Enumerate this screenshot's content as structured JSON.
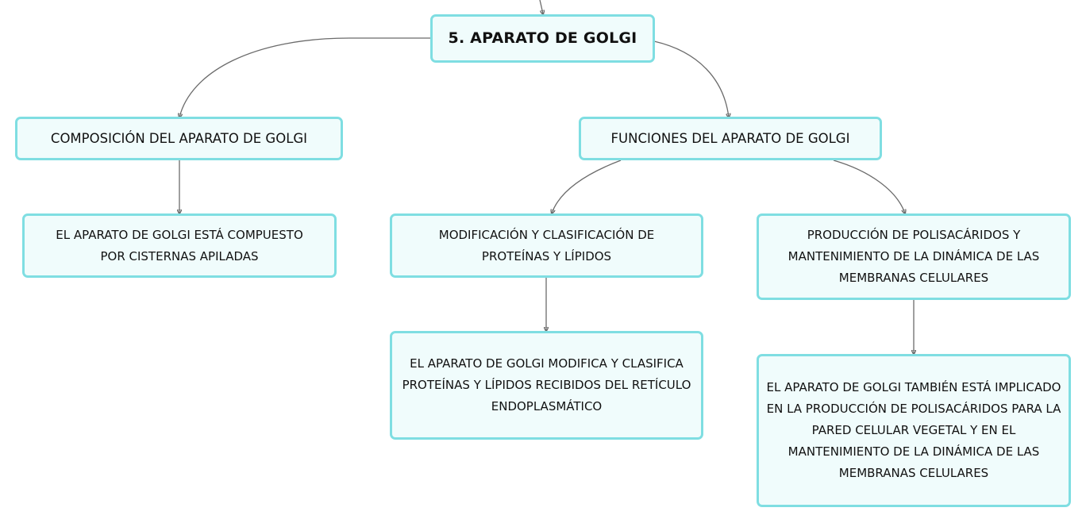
{
  "diagram": {
    "root": {
      "label": "5. APARATO DE GOLGI"
    },
    "composicion": {
      "label": "COMPOSICIÓN DEL APARATO DE GOLGI"
    },
    "composicion_detalle": {
      "label": "EL APARATO DE GOLGI ESTÁ COMPUESTO POR CISTERNAS APILADAS"
    },
    "funciones": {
      "label": "FUNCIONES DEL APARATO DE GOLGI"
    },
    "modificacion": {
      "label": "MODIFICACIÓN Y CLASIFICACIÓN DE PROTEÍNAS Y LÍPIDOS"
    },
    "modificacion_detalle": {
      "label": "EL APARATO DE GOLGI MODIFICA Y CLASIFICA PROTEÍNAS Y LÍPIDOS RECIBIDOS DEL RETÍCULO ENDOPLASMÁTICO"
    },
    "produccion": {
      "label": "PRODUCCIÓN DE POLISACÁRIDOS Y MANTENIMIENTO DE LA DINÁMICA DE LAS MEMBRANAS CELULARES"
    },
    "produccion_detalle": {
      "label": "EL APARATO DE GOLGI TAMBIÉN ESTÁ IMPLICADO EN LA PRODUCCIÓN DE POLISACÁRIDOS PARA LA PARED CELULAR VEGETAL Y EN EL MANTENIMIENTO DE LA DINÁMICA DE LAS MEMBRANAS CELULARES"
    }
  },
  "colors": {
    "node_border": "#7fdee2",
    "node_fill": "#f0fcfc",
    "connector": "#6b6b6b",
    "text": "#111111"
  }
}
